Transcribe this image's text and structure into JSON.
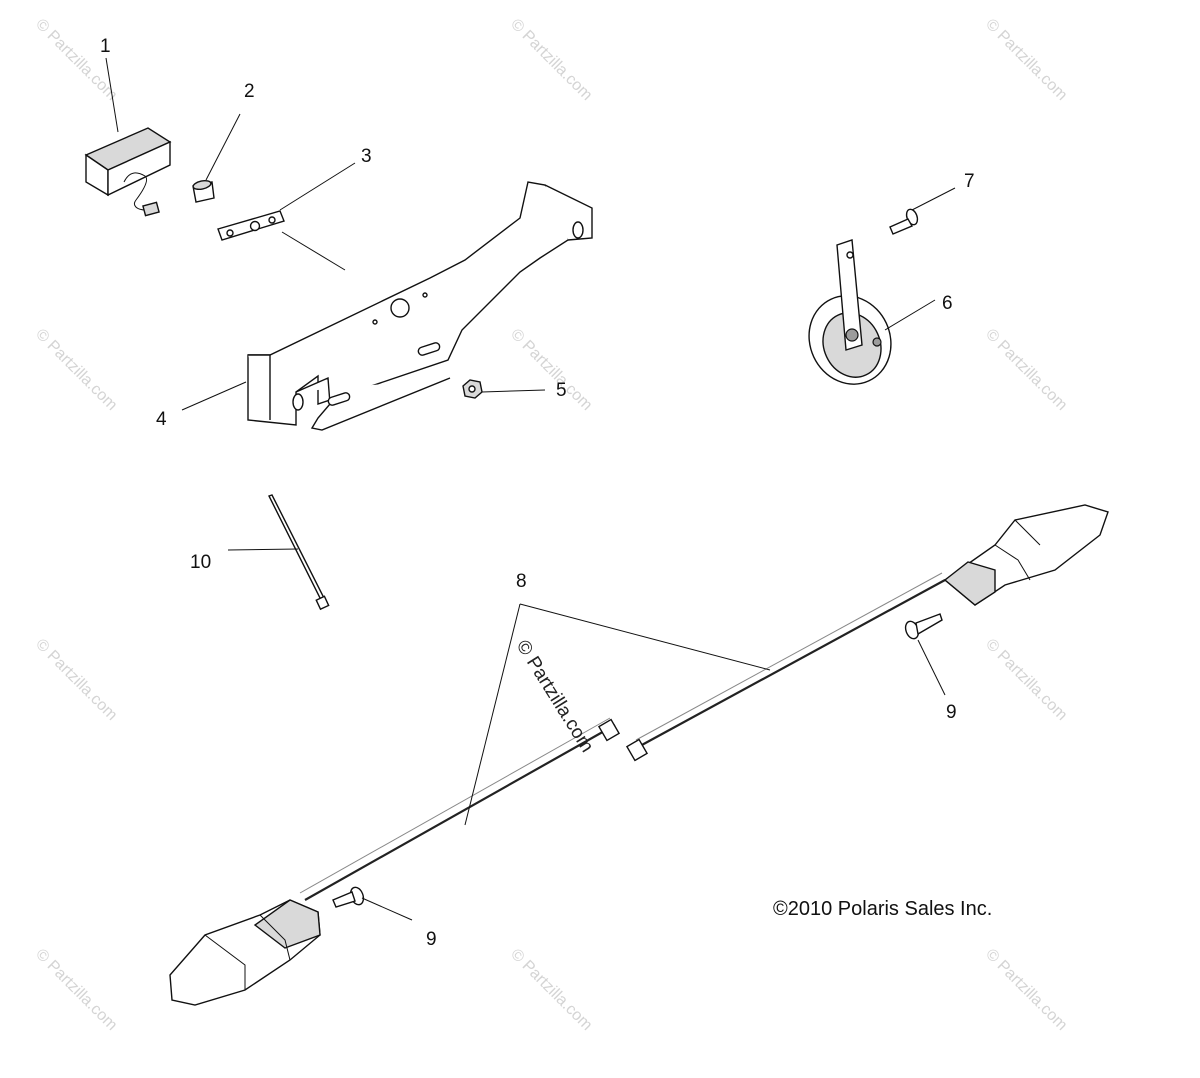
{
  "diagram": {
    "copyright": "©2010 Polaris Sales Inc.",
    "center_watermark": "© Partzilla.com",
    "watermark": "© Partzilla.com",
    "callouts": {
      "c1": "1",
      "c2": "2",
      "c3": "3",
      "c4": "4",
      "c5": "5",
      "c6": "6",
      "c7": "7",
      "c8": "8",
      "c9a": "9",
      "c9b": "9",
      "c10": "10"
    }
  }
}
